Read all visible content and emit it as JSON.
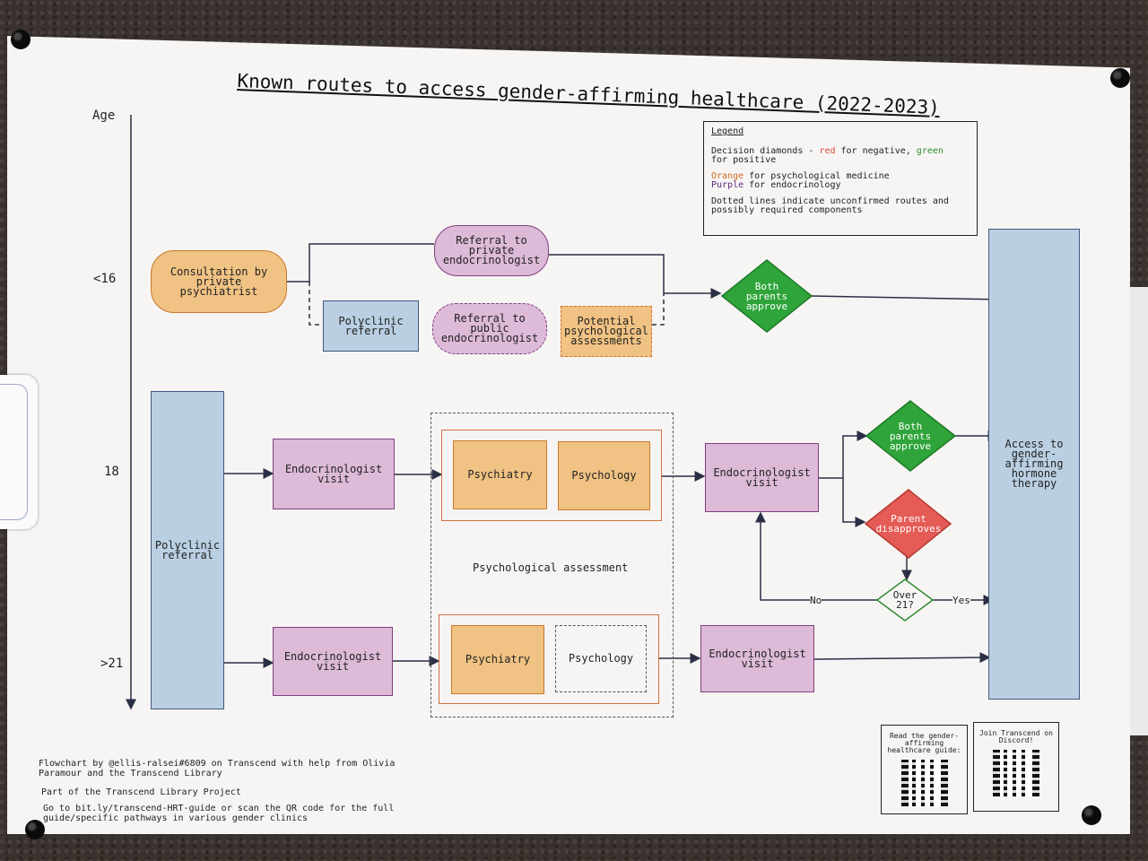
{
  "title": "Known routes to access gender-affirming healthcare (2022-2023)",
  "age_axis": {
    "label": "Age",
    "ticks": [
      "<16",
      "18",
      ">21"
    ]
  },
  "legend": {
    "heading": "Legend",
    "line1_a": "Decision diamonds - ",
    "line1_red": "red",
    "line1_b": " for negative, ",
    "line1_green": "green",
    "line1_c": "for positive",
    "orange_word": "Orange",
    "orange_rest": " for psychological medicine",
    "purple_word": "Purple",
    "purple_rest": " for endocrinology",
    "dotted": "Dotted lines indicate unconfirmed routes and possibly required components",
    "colors": {
      "red": "#d9453b",
      "green": "#2e8b2e",
      "orange": "#d2691e",
      "purple": "#5b2a7a"
    }
  },
  "nodes": {
    "consultation": "Consultation by\nprivate\npsychiatrist",
    "referral_private": "Referral to\nprivate\nendocrinologist",
    "polyclinic_small": "Polyclinic\nreferral",
    "referral_public": "Referral to\npublic\nendocrinologist",
    "potential_psych": "Potential\npsychological\nassessments",
    "both_parents_top": "Both\nparents\napprove",
    "polyclinic_tall": "Polyclinic\nreferral",
    "endo_18": "Endocrinologist\nvisit",
    "psychiatry_18": "Psychiatry",
    "psychology_18": "Psychology",
    "psych_assessment": "Psychological assessment",
    "endo_18_right": "Endocrinologist\nvisit",
    "both_parents_18": "Both\nparents\napprove",
    "parent_disapproves": "Parent\ndisapproves",
    "over21": "Over\n21?",
    "no_label": "No",
    "yes_label": "Yes",
    "endo_21": "Endocrinologist\nvisit",
    "psychiatry_21": "Psychiatry",
    "psychology_21": "Psychology",
    "endo_21_right": "Endocrinologist\nvisit",
    "access": "Access to\ngender-\naffirming\nhormone\ntherapy"
  },
  "qr_cards": [
    {
      "caption": "Read the gender-affirming healthcare guide:"
    },
    {
      "caption": "Join Transcend on Discord!"
    }
  ],
  "footer": {
    "credit": "Flowchart by @ellis-ralsei#6809 on Transcend with help from Olivia Paramour and the Transcend Library",
    "project": "Part of the Transcend Library Project",
    "goto": "Go to bit.ly/transcend-HRT-guide or scan the QR code for the full guide/specific pathways in various gender clinics"
  }
}
